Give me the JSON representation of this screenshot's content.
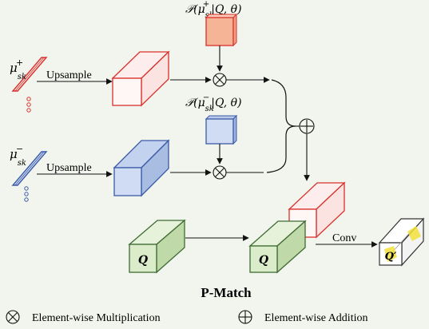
{
  "prior_pos": {
    "symbol": "μ",
    "sup": "+",
    "sub": "sk"
  },
  "prior_neg": {
    "symbol": "μ",
    "sup": "−",
    "sub": "sk"
  },
  "upsample_label": "Upsample",
  "prob_pos": {
    "pre": "𝒫(",
    "mu": "μ",
    "sup": "+",
    "sub": "sk",
    "post": "|Q, θ)"
  },
  "prob_neg": {
    "pre": "𝒫(",
    "mu": "μ",
    "sup": "−",
    "sub": "sk",
    "post": "|Q, θ)"
  },
  "query_label": "Q",
  "conv_label": "Conv",
  "output_label": "Q′",
  "title": "P-Match",
  "legend": {
    "multiply": {
      "symbol": "⊗",
      "label": "Element-wise Multiplication"
    },
    "add": {
      "symbol": "⊕",
      "label": "Element-wise Addition"
    }
  },
  "colors": {
    "background": "#f2f5ee",
    "pos_edge": "#d9302b",
    "pos_fill": "#fbe3e1",
    "pos_patch": "#f6b497",
    "neg_edge": "#3b5aa6",
    "neg_fill": "#cfdcf3",
    "q_edge": "#3f6b32",
    "q_fill": "#dbeccb",
    "highlight": "#f1e13a"
  }
}
